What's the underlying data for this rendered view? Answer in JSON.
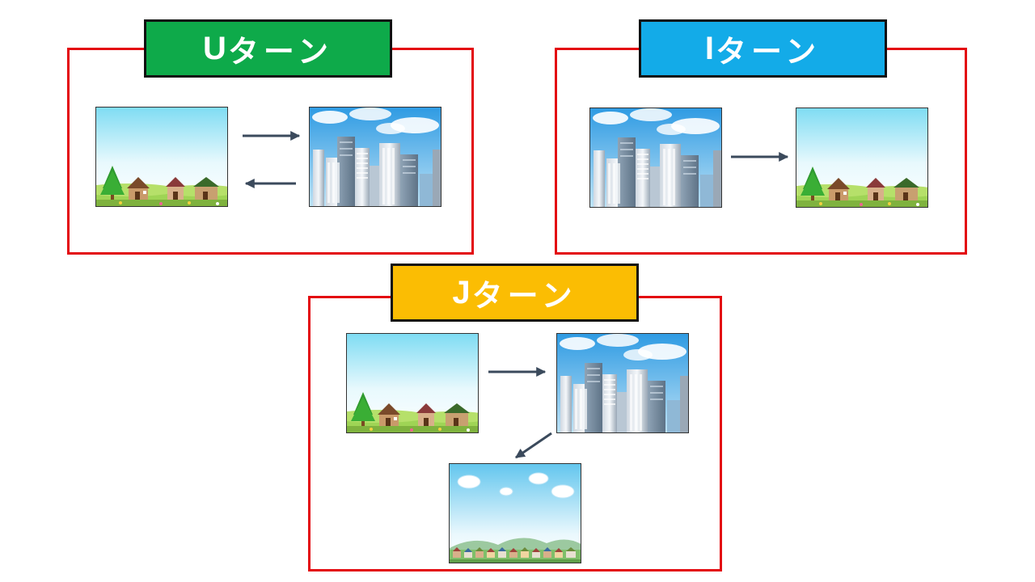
{
  "u_turn": {
    "label_latin": "U",
    "label_kana": "ターン",
    "color": "#0eaa4a"
  },
  "i_turn": {
    "label_latin": "I",
    "label_kana": "ターン",
    "color": "#13abe8"
  },
  "j_turn": {
    "label_latin": "J",
    "label_kana": "ターン",
    "color": "#fbbd03"
  },
  "colors": {
    "frame": "#e3090f",
    "arrow": "#3b4a5c"
  },
  "icons": [
    "countryside-village-image",
    "city-skyscrapers-image",
    "regional-town-image"
  ]
}
